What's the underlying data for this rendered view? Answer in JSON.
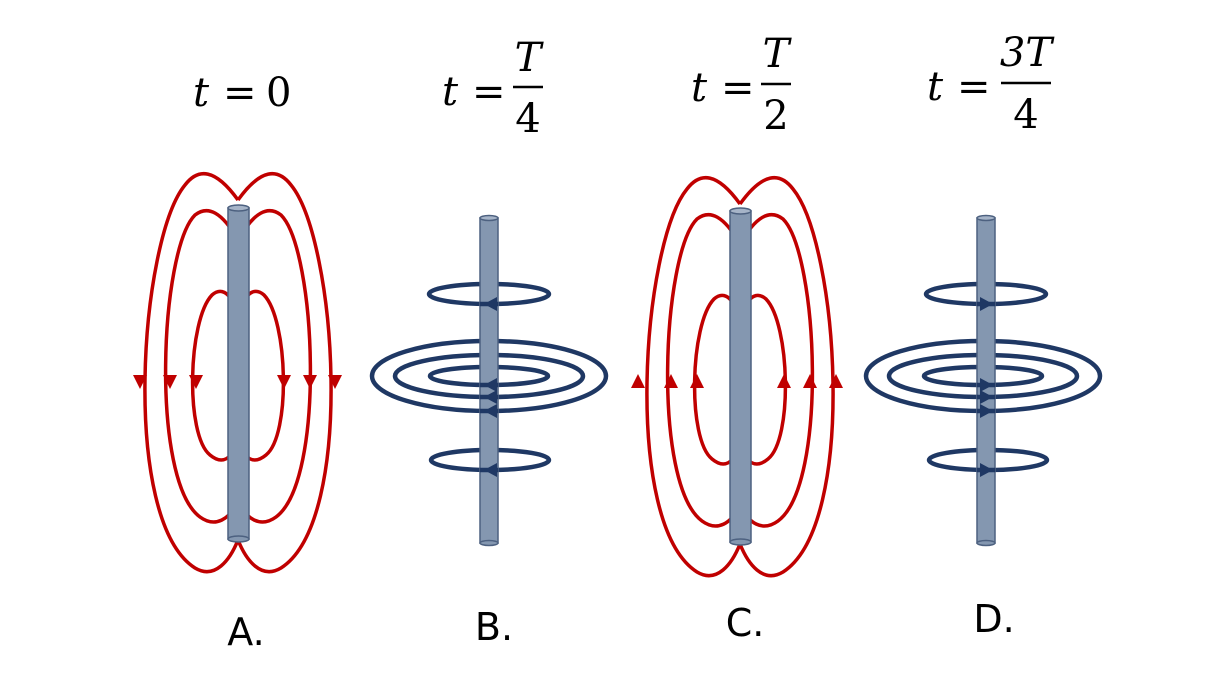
{
  "colors": {
    "electric_field": "#c00000",
    "magnetic_field": "#1f3864",
    "antenna_fill": "#8497b0",
    "antenna_stroke": "#4d6180"
  },
  "panels": [
    {
      "id": "A",
      "label": "A.",
      "time": {
        "variable": "t",
        "equals": "=",
        "value": "0"
      },
      "field": "electric",
      "direction": "down"
    },
    {
      "id": "B",
      "label": "B.",
      "time": {
        "variable": "t",
        "equals": "=",
        "numerator": "T",
        "denominator": "4"
      },
      "field": "magnetic",
      "direction": "left"
    },
    {
      "id": "C",
      "label": "C.",
      "time": {
        "variable": "t",
        "equals": "=",
        "numerator": "T",
        "denominator": "2"
      },
      "field": "electric",
      "direction": "up"
    },
    {
      "id": "D",
      "label": "D.",
      "time": {
        "variable": "t",
        "equals": "=",
        "numerator": "3T",
        "denominator": "4"
      },
      "field": "magnetic",
      "direction": "right"
    }
  ]
}
